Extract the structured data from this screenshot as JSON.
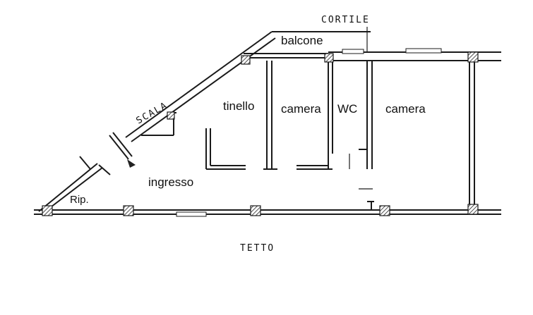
{
  "plan": {
    "labels": {
      "cortile": "CORTILE",
      "balcone": "balcone",
      "tinello": "tinello",
      "camera_1": "camera",
      "wc": "WC",
      "camera_2": "camera",
      "ingresso": "ingresso",
      "rip": "Rip.",
      "scala": "SCALA",
      "tetto": "TETTO"
    }
  }
}
